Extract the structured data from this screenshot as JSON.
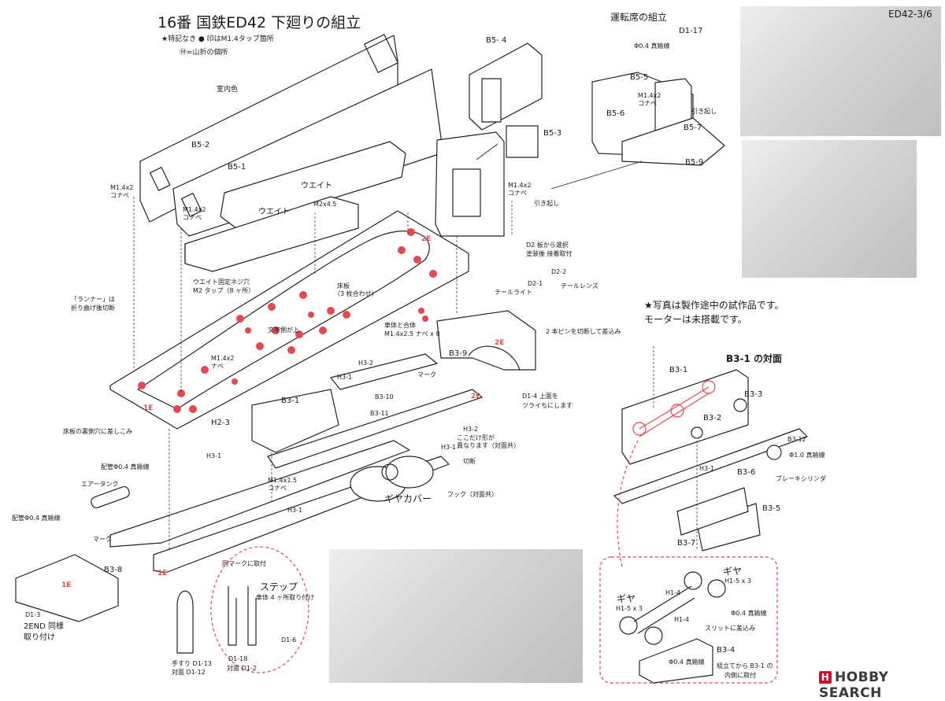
{
  "page_code": "ED42-3/6",
  "title": "16番 国鉄ED42 下廻りの組立",
  "legend": {
    "tap_note": "★特記なき ● 印はM1.4タップ箇所",
    "fold_note": "Ⓜ=山折の個所"
  },
  "section_cab": "運転席の組立",
  "photo_note": [
    "★写真は製作途中の試作品です。",
    "モーターは未搭載です。"
  ],
  "section_b31": "B3-1 の対面",
  "watermark": "HOBBY SEARCH",
  "labels": {
    "b52": "B5-2",
    "b51": "B5-1",
    "interior": "室内色",
    "weight1": "ウエイト",
    "weight2": "ウエイト",
    "m2x45": "M2x4.5",
    "m14a": "M1.4x2",
    "m14a2": "コナベ",
    "m14b": "M1.4x2",
    "m14b2": "コナベ",
    "b54": "B5- 4",
    "b53": "B5-3",
    "m14c": "M1.4x2",
    "m14c2": "コナベ",
    "hikiokoshi1": "引き起し",
    "d117": "D1-17",
    "pipe04a": "Φ0.4 真鍮線",
    "b55": "B5-5",
    "m14d": "M1.4x2",
    "m14d2": "コナベ",
    "hikiokoshi2": "引き起し",
    "b56": "B5-6",
    "b57": "B5-7",
    "b59": "B5-9",
    "d2note1": "D2 板から選択",
    "d2note2": "塗装後 接着取付",
    "d22": "D2-2",
    "d21": "D2-1",
    "taillight": "テールライト",
    "taillens": "テールレンズ",
    "pin_note": "2 本ピンを切断して差込み",
    "weight_screw1": "ウエイト固定ネジ穴",
    "weight_screw2": "M2 タップ（8 ヶ所）",
    "floor1": "床板",
    "floor2": "（3 枚合わせ）",
    "runner1": "「ランナー」は",
    "runner2": "折り曲げ後切断",
    "text_side": "文字側が上",
    "m14e": "M1.4x2",
    "m14e2": "ナベ",
    "body_join1": "車体と合体",
    "body_join2": "M1.4x2.5 ナベ x 8",
    "b39": "B3-9",
    "d14note1": "D1-4 上面を",
    "d14note2": "ツライちにします",
    "h23": "H2-3",
    "h31a": "H3-1",
    "h32a": "H3-2",
    "mark1": "マーク",
    "b310": "B3-10",
    "b31a": "B3-1",
    "b311": "B3-11",
    "cut_note1": "ここだけ形が",
    "cut_note2": "異なります（対面共）",
    "h32b": "H3-2",
    "h31b": "H3-1",
    "cut": "切断",
    "floor_slot": "床板の裏側穴に差しこみ",
    "pipe04b": "配管Φ0.4 真鍮線",
    "airtank": "エアータンク",
    "pipe04c": "配管Φ0.4 真鍮線",
    "h31c": "H3-1",
    "m145": "M1.4x1.5",
    "m145b": "コナベ",
    "gearcover": "ギヤカバー",
    "hook": "フック（対面共）",
    "h31d": "H3-1",
    "mark2": "マーク",
    "b38": "B3-8",
    "d13": "D1-3",
    "end2a": "2END 同様",
    "end2b": "取り付け",
    "same_mark": "同マークに取付",
    "step": "ステップ",
    "step_note": "車体 4 ヶ所取り付け",
    "d16": "D1-6",
    "rail1": "手すり D1-13",
    "rail2": "対面 D1-12",
    "d18a": "D1-18",
    "d18b": "対面 D1-2",
    "b31b": "B3-1",
    "b33": "B3-3",
    "b32": "B3-2",
    "b312": "B3-12",
    "pipe10": "Φ1.0 真鍮線",
    "brake": "ブレーキシリンダ",
    "h31e": "H3-1",
    "b36": "B3-6",
    "b35": "B3-5",
    "b37": "B3-7",
    "gear1": "ギヤ",
    "gear2": "ギヤ",
    "h15a": "H1-5 x 3",
    "h15b": "H1-5 x 3",
    "h14a": "H1-4",
    "h14b": "H1-4",
    "pipe04d": "Φ0.4 真鍮線",
    "pipe04e": "Φ0.4 真鍮線",
    "slit": "スリットに差込み",
    "b34": "B3-4",
    "assemble1": "組立てから B3-1 の",
    "assemble2": "内側に取付",
    "side1e": "1E",
    "side2e": "2E",
    "side1e_b": "1E",
    "side2e_b": "2E",
    "side1e_c": "1E",
    "side2e_c": "2E"
  }
}
